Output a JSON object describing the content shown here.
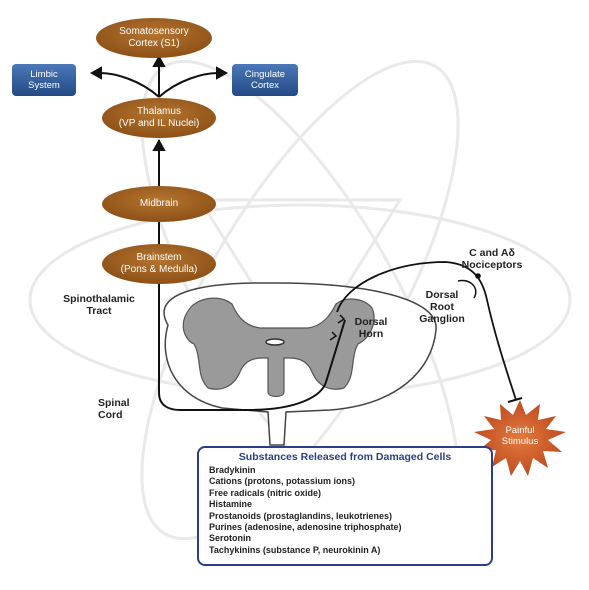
{
  "nodes": {
    "somatosensory": "Somatosensory\nCortex (S1)",
    "limbic": "Limbic\nSystem",
    "cingulate": "Cingulate\nCortex",
    "thalamus": "Thalamus\n(VP and IL Nuclei)",
    "midbrain": "Midbrain",
    "brainstem": "Brainstem\n(Pons & Medulla)"
  },
  "labels": {
    "spinothalamic": "Spinothalamic\nTract",
    "spinal_cord": "Spinal\nCord",
    "dorsal_horn": "Dorsal\nHorn",
    "drg": "Dorsal\nRoot\nGanglion",
    "nociceptors": "C and Aδ\nNociceptors",
    "stimulus": "Painful\nStimulus"
  },
  "substances": {
    "title": "Substances Released from Damaged Cells",
    "items": [
      "Bradykinin",
      "Cations (protons, potassium ions)",
      "Free radicals (nitric oxide)",
      "Histamine",
      "Prostanoids (prostaglandins, leukotrienes)",
      "Purines (adenosine, adenosine triphosphate)",
      "Serotonin",
      "Tachykinins (substance P, neurokinin A)"
    ]
  },
  "colors": {
    "oval": "#9b5c1d",
    "box": "#2f5a98",
    "border": "#2b3f86",
    "stimulus": "#c7531d"
  }
}
